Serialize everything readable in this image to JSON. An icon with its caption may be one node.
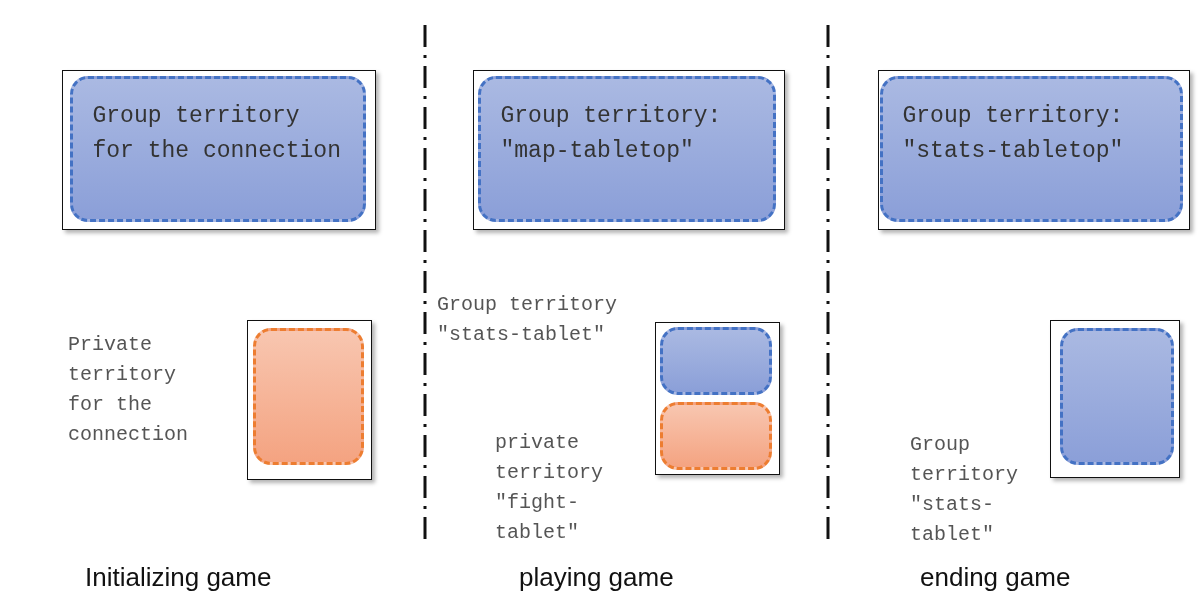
{
  "diagram": {
    "nodes": [
      {
        "text": [],
        "shape": "box"
      },
      {
        "text": [
          "Group territory for the connection"
        ],
        "in": 0
      },
      {
        "text": [],
        "shape": "box"
      },
      {
        "text": [
          "Group territory: \"map-tabletop\""
        ],
        "in": 2
      },
      {
        "text": [],
        "shape": "box"
      },
      {
        "text": [
          "Group territory: \"stats-tabletop\""
        ],
        "in": 4
      },
      {
        "text": [],
        "shape": "box"
      },
      {
        "text": [],
        "shape": "box",
        "in": 6,
        "beside": [
          "Private territory for the connection"
        ]
      },
      {
        "text": [],
        "shape": "box"
      },
      {
        "text": [],
        "shape": "box",
        "in": 8,
        "beside": [
          "Group territory \"stats-tablet\""
        ]
      },
      {
        "text": [],
        "shape": "box",
        "in": 8,
        "beside": [
          "private territory \"fight-tablet\""
        ]
      },
      {
        "text": [],
        "shape": "box"
      },
      {
        "text": [],
        "shape": "box",
        "in": 11,
        "beside": [
          "Group territory \"stats-tablet\""
        ]
      }
    ],
    "edges": [],
    "labels": [
      "Initializing game",
      "playing game",
      "ending game"
    ]
  }
}
